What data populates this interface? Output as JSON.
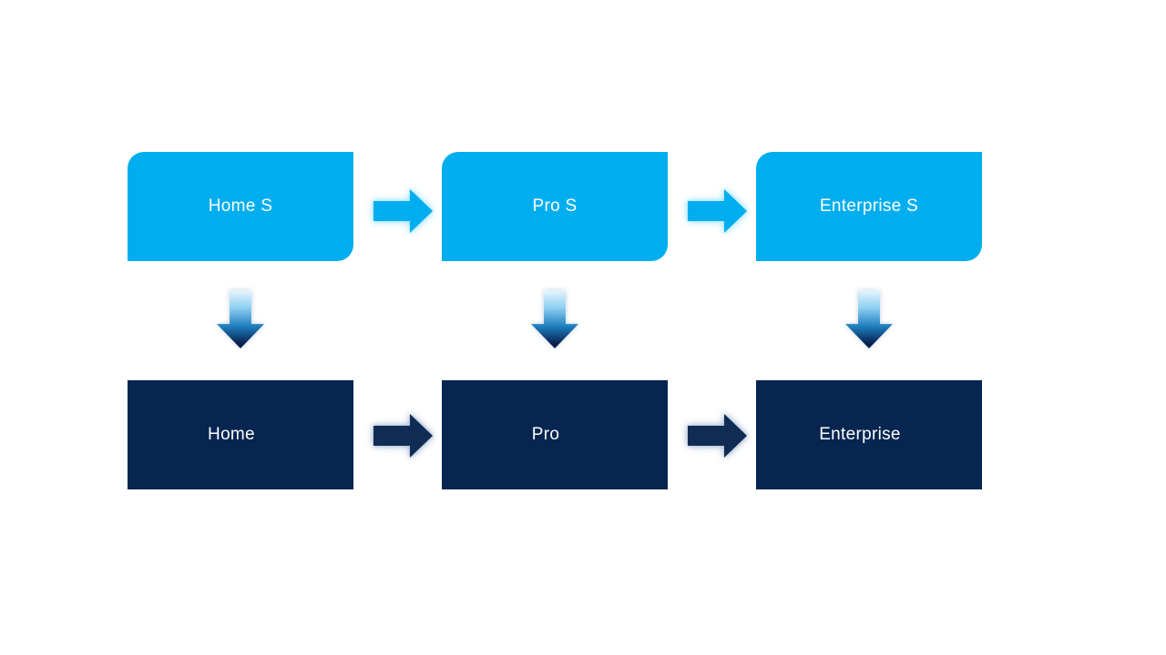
{
  "colors": {
    "background": "#FFFFFF",
    "top_box_fill": "#00AEEF",
    "bottom_box_fill": "#062550",
    "label_text": "#FFFFFF",
    "top_arrow_fill": "#00AEEF",
    "top_arrow_glow": "#A5E4FB",
    "bottom_arrow_fill": "#102C55",
    "bottom_arrow_glow": "#AEBFD4",
    "down_arrow_gradient": [
      "#E8F5FD",
      "#8FD0F1",
      "#1E7FC0",
      "#071F4E"
    ]
  },
  "nodes": {
    "top": [
      "Home S",
      "Pro S",
      "Enterprise S"
    ],
    "bottom": [
      "Home",
      "Pro",
      "Enterprise"
    ]
  },
  "edges": [
    {
      "from": "Home S",
      "to": "Pro S",
      "direction": "right"
    },
    {
      "from": "Pro S",
      "to": "Enterprise S",
      "direction": "right"
    },
    {
      "from": "Home S",
      "to": "Home",
      "direction": "down"
    },
    {
      "from": "Pro S",
      "to": "Pro",
      "direction": "down"
    },
    {
      "from": "Enterprise S",
      "to": "Enterprise",
      "direction": "down"
    },
    {
      "from": "Home",
      "to": "Pro",
      "direction": "right"
    },
    {
      "from": "Pro",
      "to": "Enterprise",
      "direction": "right"
    }
  ]
}
